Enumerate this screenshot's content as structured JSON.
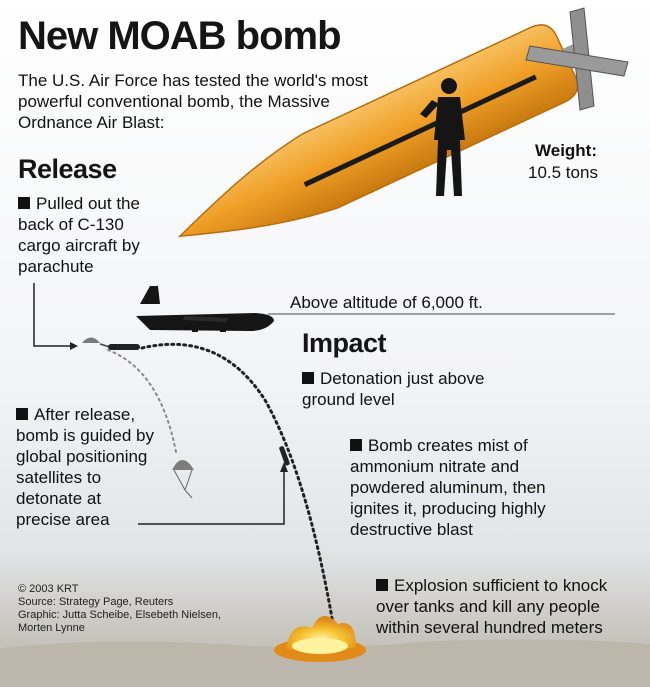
{
  "title": "New MOAB bomb",
  "intro": "The U.S. Air Force has tested the world's most powerful conventional bomb, the Massive Ordnance Air Blast:",
  "weight": {
    "label": "Weight:",
    "value": "10.5 tons"
  },
  "release": {
    "heading": "Release",
    "item1": "Pulled out the\nback of C-130\ncargo aircraft by\nparachute",
    "item2": "After release,\nbomb is guided by\nglobal positioning\nsatellites to\ndetonate at\nprecise area"
  },
  "altitude": "Above altitude of 6,000 ft.",
  "impact": {
    "heading": "Impact",
    "item1": "Detonation just above\nground level",
    "item2": "Bomb creates mist of\nammonium nitrate and\npowdered aluminum, then\nignites it, producing highly\ndestructive blast",
    "item3": "Explosion sufficient to knock\nover tanks and kill any people\nwithin several hundred meters"
  },
  "credits": {
    "copyright": "© 2003 KRT",
    "source": "Source: Strategy Page, Reuters",
    "graphic": "Graphic: Jutta Scheibe, Elsebeth Nielsen,\nMorten Lynne"
  },
  "colors": {
    "bomb": "#f0a028",
    "bomb_dark": "#c97a10",
    "ink": "#111111",
    "blast": "#f6c431"
  },
  "icons": [
    "moab-bomb-illustration",
    "person-silhouette",
    "c130-aircraft-icon",
    "parachute-icon",
    "explosion-icon"
  ]
}
